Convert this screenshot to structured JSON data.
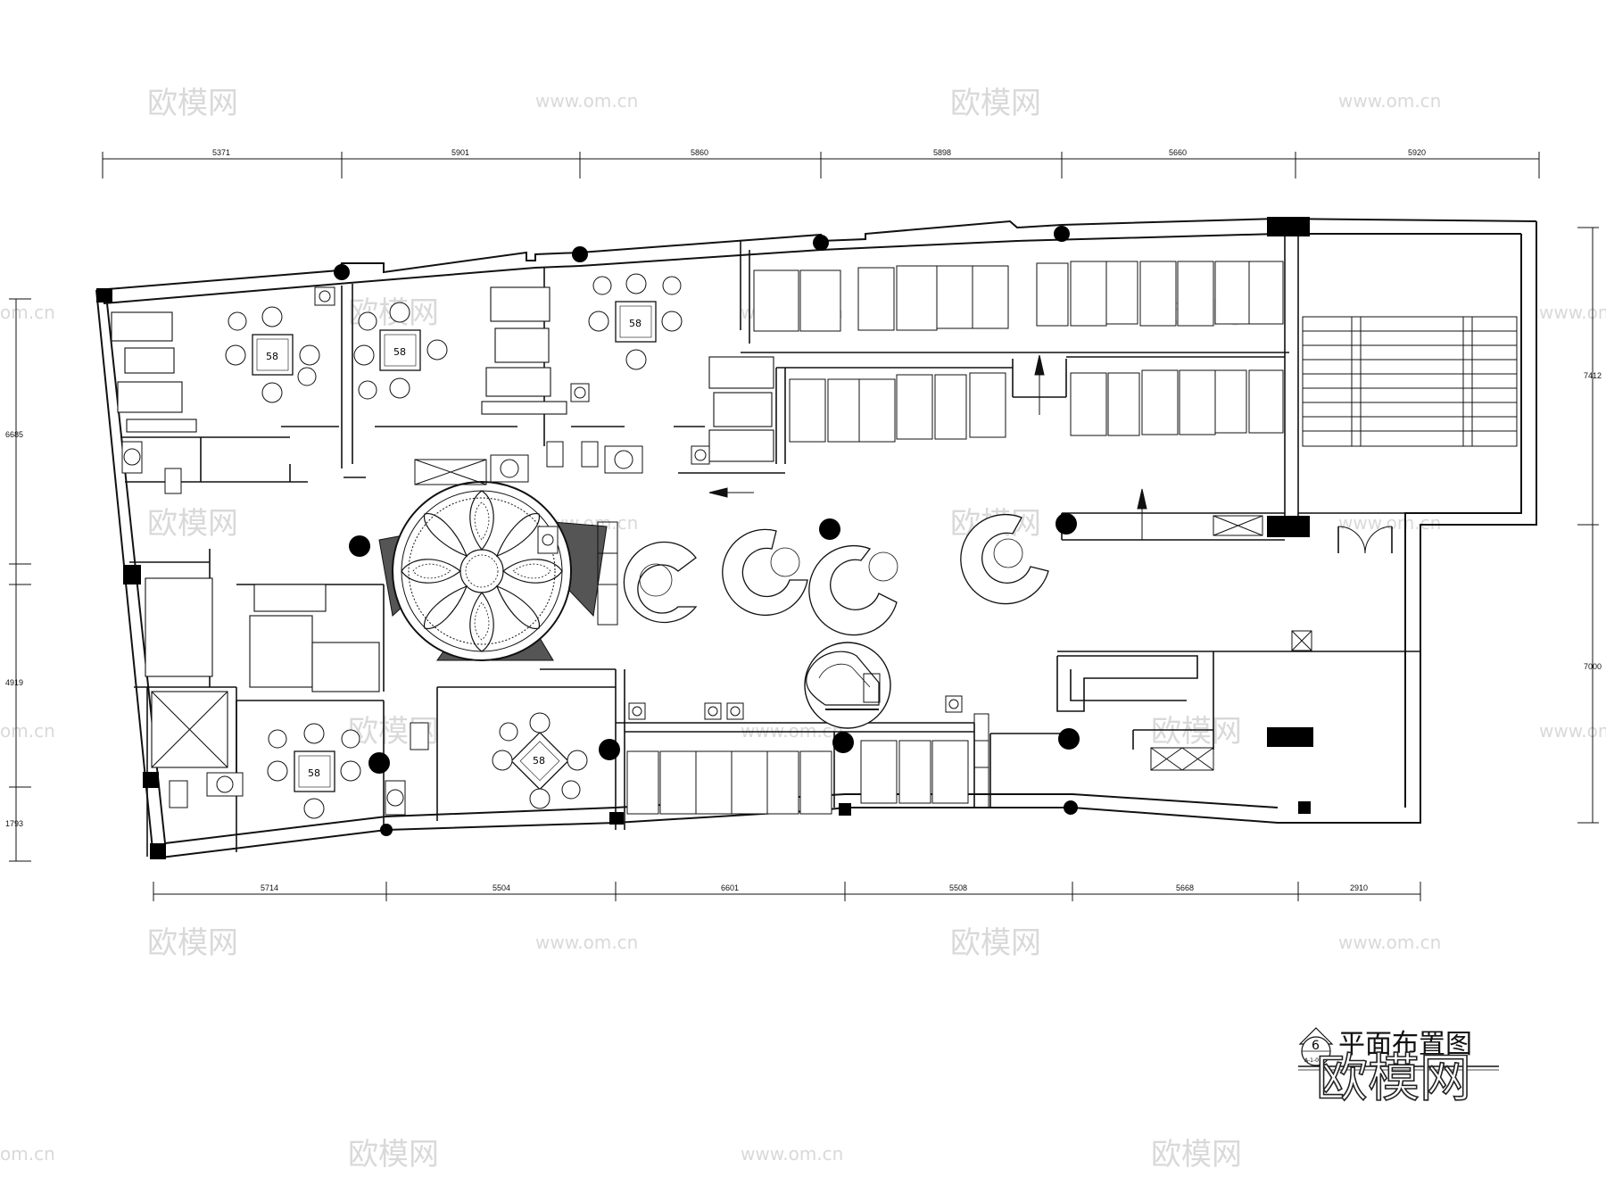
{
  "drawing": {
    "title": "平面布置图",
    "label_number": "6",
    "label_sub": "A-1-01"
  },
  "dimensions": {
    "top": [
      "5371",
      "5901",
      "5860",
      "5898",
      "5660",
      "5920"
    ],
    "bottom": [
      "5714",
      "5504",
      "6601",
      "5508",
      "5668",
      "2910"
    ],
    "left": [
      "6685",
      "4919",
      "1793"
    ],
    "right": [
      "7412",
      "7000"
    ]
  },
  "watermarks": {
    "logo_text": "欧模网",
    "url_text": "www.om.cn",
    "edge_text": "om.cn",
    "corner_logo": "欧模网"
  },
  "mahjong_table_label": "58",
  "colors": {
    "line": "#111111",
    "watermark": "#d9d9d9",
    "background": "#ffffff"
  }
}
